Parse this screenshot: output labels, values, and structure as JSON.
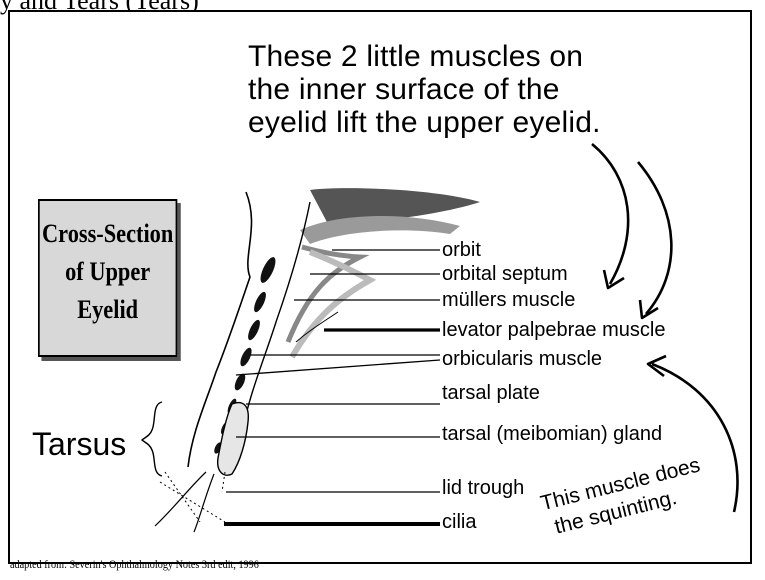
{
  "top_text": "y and Tears (Tears)",
  "headline": {
    "line1": "These 2 little muscles on",
    "line2": "the inner surface of the",
    "line3": "eyelid lift the upper eyelid."
  },
  "title_box": {
    "line1": "Cross-Section",
    "line2": "of Upper",
    "line3": "Eyelid"
  },
  "labels": {
    "orbit": "orbit",
    "orbital_septum": "orbital septum",
    "mullers_muscle": "müllers muscle",
    "levator": "levator palpebrae muscle",
    "orbicularis": "orbicularis muscle",
    "tarsal_plate": "tarsal plate",
    "tarsal_gland": "tarsal (meibomian) gland",
    "lid_trough": "lid trough",
    "cilia": "cilia"
  },
  "tarsus_label": "Tarsus",
  "squint_note": {
    "line1": "This muscle does",
    "line2": "the squinting."
  },
  "credit": "adapted from: Severin's Ophthalmology Notes 3rd edit, 1996"
}
